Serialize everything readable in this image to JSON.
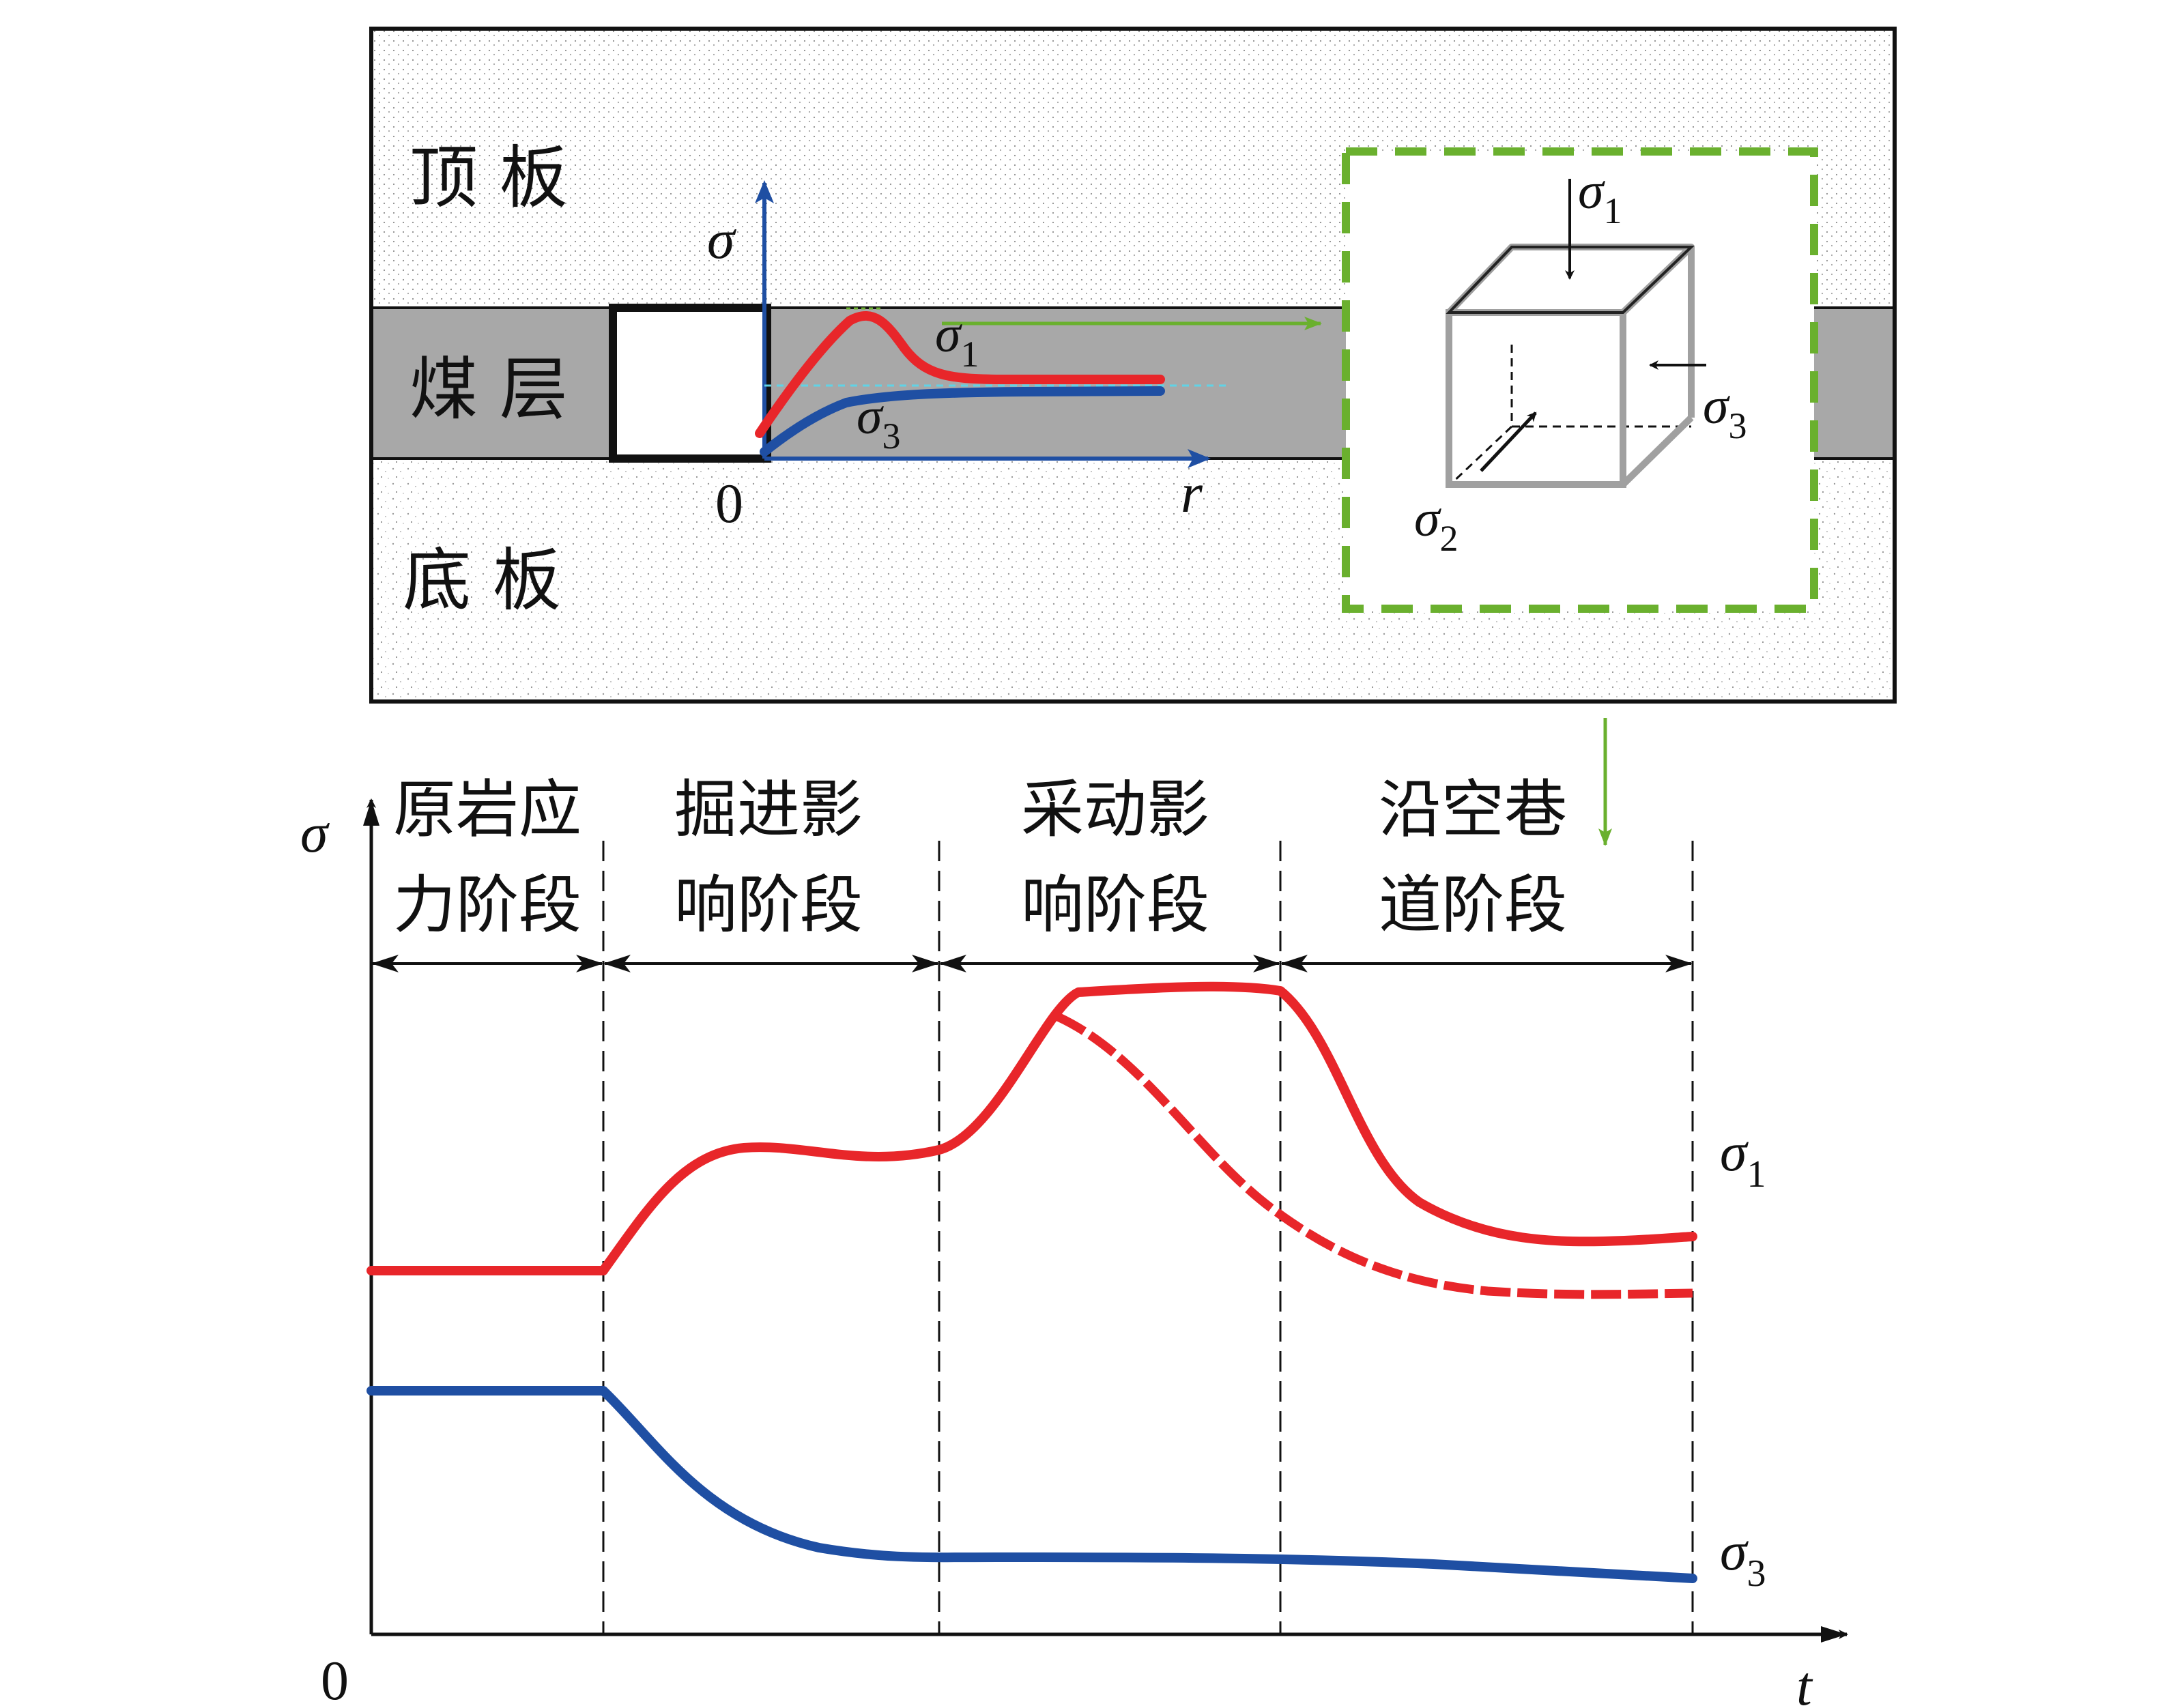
{
  "strata": {
    "roof": "顶 板",
    "coal": "煤 层",
    "floor": "底 板"
  },
  "top_axes": {
    "y_label": "σ",
    "x_label": "r",
    "origin": "0"
  },
  "top_curve_labels": {
    "sigma1": {
      "sym": "σ",
      "sub": "1"
    },
    "sigma3": {
      "sym": "σ",
      "sub": "3"
    }
  },
  "cube_labels": {
    "sigma1": {
      "sym": "σ",
      "sub": "1"
    },
    "sigma2": {
      "sym": "σ",
      "sub": "2"
    },
    "sigma3": {
      "sym": "σ",
      "sub": "3"
    }
  },
  "bottom_axes": {
    "y_label": "σ",
    "x_label": "t",
    "origin": "0"
  },
  "stages": [
    {
      "line1": "原岩应",
      "line2": "力阶段"
    },
    {
      "line1": "掘进影",
      "line2": "响阶段"
    },
    {
      "line1": "采动影",
      "line2": "响阶段"
    },
    {
      "line1": "沿空巷",
      "line2": "道阶段"
    }
  ],
  "bottom_curve_labels": {
    "sigma1": {
      "sym": "σ",
      "sub": "1"
    },
    "sigma3": {
      "sym": "σ",
      "sub": "3"
    }
  },
  "colors": {
    "sigma1": "#e8262a",
    "sigma3": "#1f4fa3",
    "coal": "#a8a8a8",
    "green": "#6ab02e",
    "axis_blue": "#1f4fa3",
    "cube_edge": "#a0a0a0"
  }
}
